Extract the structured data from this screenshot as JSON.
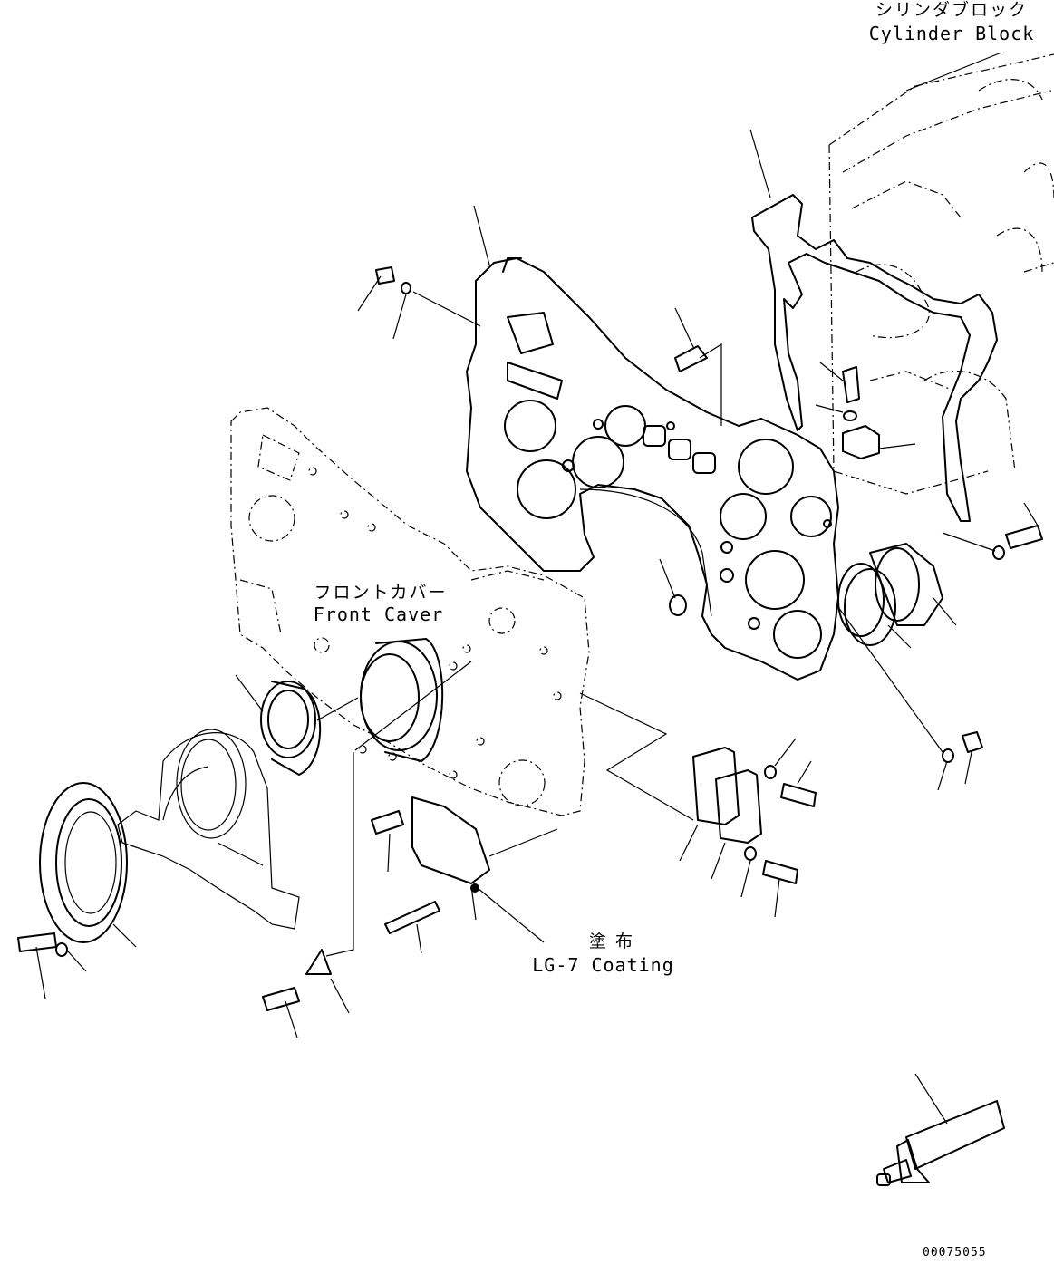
{
  "labels": {
    "cylinder_block_jp": "シリンダブロック",
    "cylinder_block_en": "Cylinder Block",
    "front_cover_jp": "フロントカバー",
    "front_cover_en": "Front Caver",
    "coating_jp": "塗 布",
    "coating_en": "LG-7 Coating",
    "drawing_number": "00075055"
  },
  "colors": {
    "ink": "#000000",
    "paper": "#ffffff"
  }
}
